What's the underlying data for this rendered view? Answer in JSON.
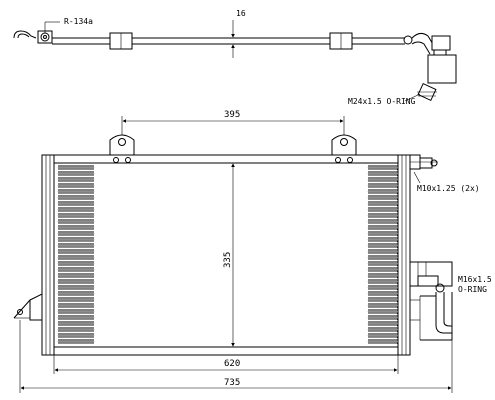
{
  "top_view": {
    "refrigerant_label": "R-134a",
    "pipe_dim": "16",
    "fitting_label": "M24x1.5 O-RING"
  },
  "front_view": {
    "bracket_spacing": "395",
    "core_height": "335",
    "core_width": "620",
    "overall_width": "735",
    "thread_label": "M10x1.25 (2x)",
    "fitting_label_line1": "M16x1.5",
    "fitting_label_line2": "O-RING"
  }
}
